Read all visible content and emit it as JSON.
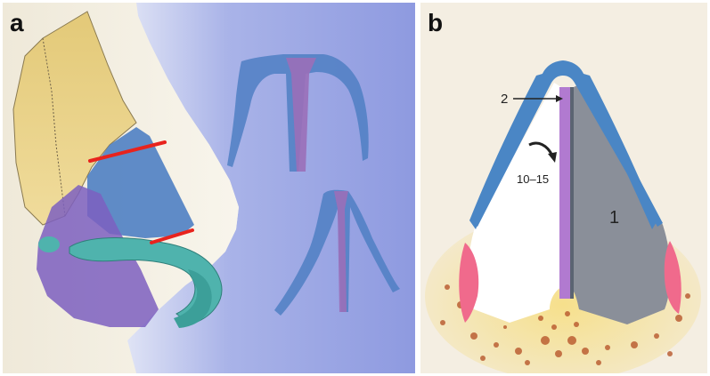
{
  "figure": {
    "panels": [
      {
        "letter": "a"
      },
      {
        "letter": "b",
        "labels": {
          "one": "1",
          "two": "2",
          "range": "10–15"
        }
      }
    ]
  },
  "colors": {
    "background_blue": "#8f9ce0",
    "cartilage_blue": "#4f7fc3",
    "septum_purple": "#9a6fb8",
    "red_marker": "#e8231d",
    "bone_yellow": "#e9c868",
    "gray_tissue": "#8a8f99",
    "pink_mucosa": "#f06a8c"
  }
}
